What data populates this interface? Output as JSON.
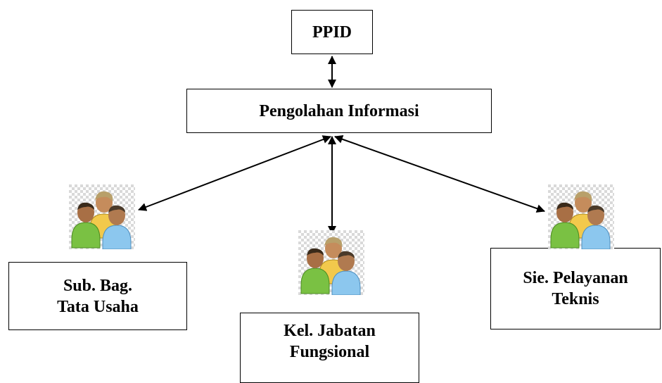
{
  "nodes": {
    "ppid": "PPID",
    "pengolahan": "Pengolahan Informasi",
    "sub_bag": [
      "Sub. Bag.",
      "Tata Usaha"
    ],
    "kel_jabatan": [
      "Kel. Jabatan",
      "Fungsional"
    ],
    "sie_pelayanan": [
      "Sie. Pelayanan",
      "Teknis"
    ]
  },
  "icons": {
    "group": "people-group-icon"
  },
  "colors": {
    "line": "#000000",
    "person_green": "#7ac143",
    "person_yellow": "#f2c94c",
    "person_blue": "#8cc7ee",
    "checker": "#d9d9d9"
  }
}
